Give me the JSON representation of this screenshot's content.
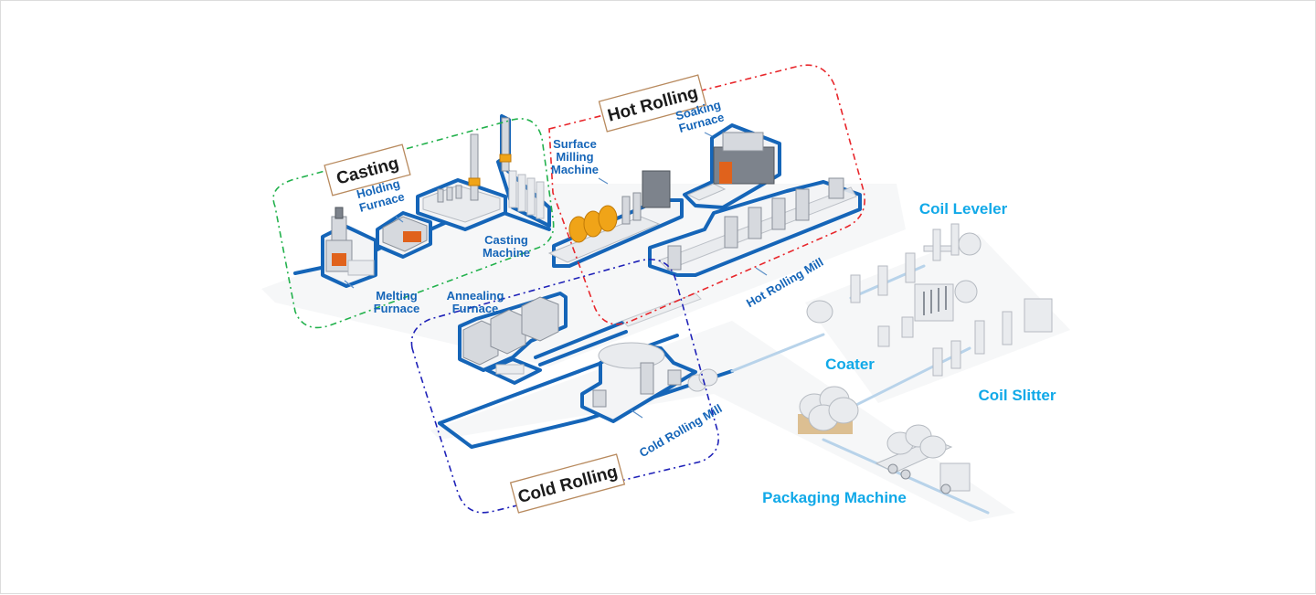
{
  "diagram": {
    "title": "Aluminum rolling production process",
    "stages": [
      {
        "id": "casting",
        "label": "Casting",
        "border_color": "#22b14c"
      },
      {
        "id": "hot-rolling",
        "label": "Hot Rolling",
        "border_color": "#e8262b"
      },
      {
        "id": "cold-rolling",
        "label": "Cold Rolling",
        "border_color": "#1f22b8"
      }
    ],
    "equipment": {
      "melting_furnace": [
        "Melting",
        "Furnace"
      ],
      "holding_furnace": [
        "Holding",
        "Furnace"
      ],
      "casting_machine": [
        "Casting",
        "Machine"
      ],
      "surface_milling_machine": [
        "Surface",
        "Milling",
        "Machine"
      ],
      "soaking_furnace": [
        "Soaking",
        "Furnace"
      ],
      "hot_rolling_mill": "Hot Rolling Mill",
      "annealing_furnace": [
        "Annealing",
        "Furnace"
      ],
      "cold_rolling_mill": "Cold Rolling Mill",
      "coil_leveler": "Coil Leveler",
      "coater": "Coater",
      "coil_slitter": "Coil Slitter",
      "packaging_machine": "Packaging Machine"
    },
    "colors": {
      "equipment_label": "#1565b8",
      "finishing_label": "#11a9e8",
      "flow_line": "#1565b8",
      "stage_label_border": "#b88a5e"
    }
  }
}
